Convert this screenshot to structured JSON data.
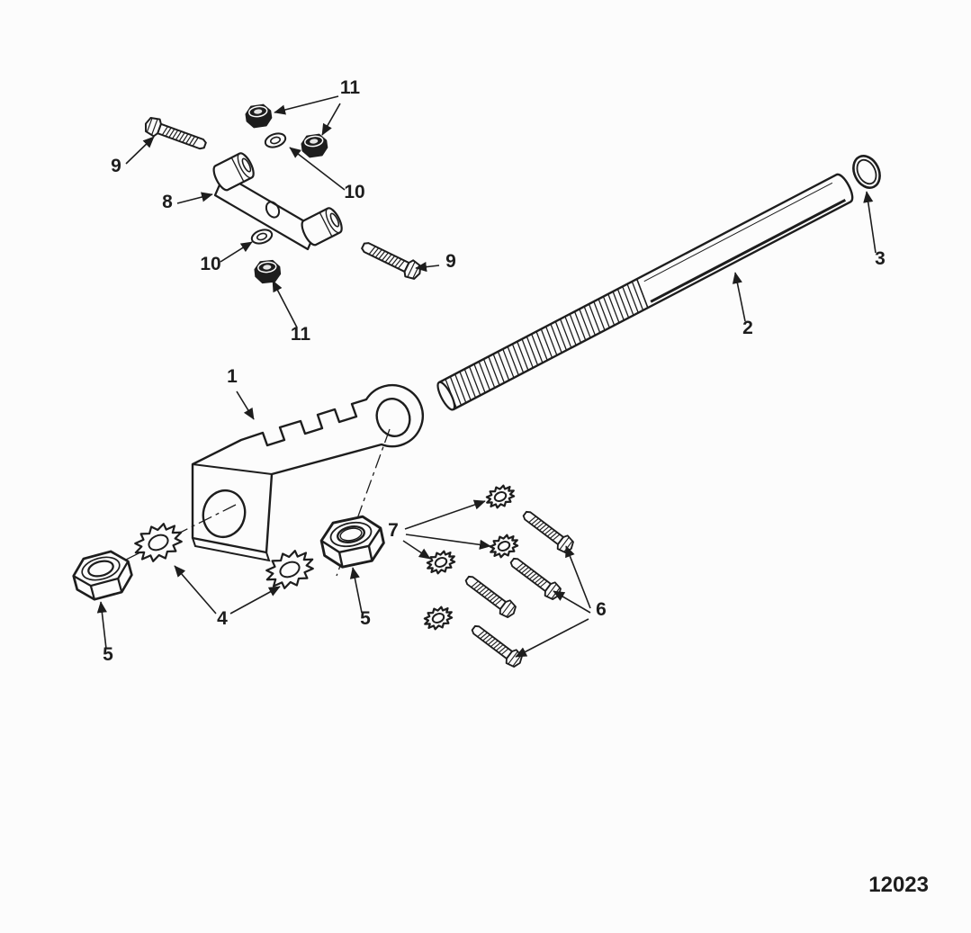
{
  "figure": {
    "number": "12023"
  },
  "style": {
    "ink": "#1d1d1d",
    "paper": "#fcfcfc"
  },
  "callouts": [
    "9",
    "11",
    "10",
    "8",
    "10",
    "11",
    "9",
    "2",
    "3",
    "1",
    "4",
    "5",
    "5",
    "7",
    "6"
  ]
}
